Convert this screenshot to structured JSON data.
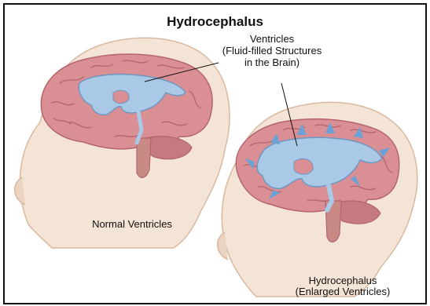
{
  "title": "Hydrocephalus",
  "callout": {
    "line1": "Ventricles",
    "line2": "(Fluid-filled Structures",
    "line3": "in the Brain)"
  },
  "labels": {
    "normal": "Normal Ventricles",
    "hydro_line1": "Hydrocephalus",
    "hydro_line2": "(Enlarged Ventricles)"
  },
  "colors": {
    "skin": "#f3e4d6",
    "skin_outline": "#d8b9a0",
    "brain": "#d98f93",
    "brain_fold": "#b5646d",
    "ventricle": "#a9c9e6",
    "ventricle_outline": "#6e97c2",
    "brainstem": "#c98a86",
    "cerebellum": "#c47a80",
    "arrow": "#6aa2d6"
  }
}
